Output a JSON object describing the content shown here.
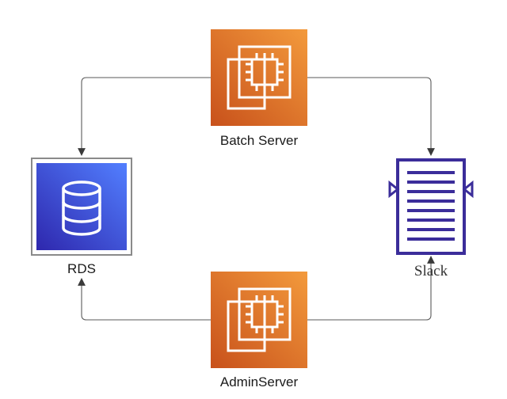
{
  "nodes": {
    "batch_server": {
      "label": "Batch Server",
      "service": "EC2",
      "icon": "ec2-instance-icon"
    },
    "admin_server": {
      "label": "AdminServer",
      "service": "EC2",
      "icon": "ec2-instance-icon"
    },
    "rds": {
      "label": "RDS",
      "service": "RDS",
      "icon": "database-icon"
    },
    "slack": {
      "label": "Slack",
      "icon": "document-icon"
    }
  },
  "edges": [
    {
      "from": "batch_server",
      "to": "rds"
    },
    {
      "from": "batch_server",
      "to": "slack"
    },
    {
      "from": "admin_server",
      "to": "rds"
    },
    {
      "from": "admin_server",
      "to": "slack"
    }
  ],
  "colors": {
    "ec2_gradient_start": "#c8511b",
    "ec2_gradient_end": "#f39a3c",
    "rds_gradient_start": "#2e27ad",
    "rds_gradient_end": "#527fff",
    "slack_icon": "#3b2d9a",
    "connector": "#5a5a5a",
    "label_text": "#1a1a1a"
  }
}
